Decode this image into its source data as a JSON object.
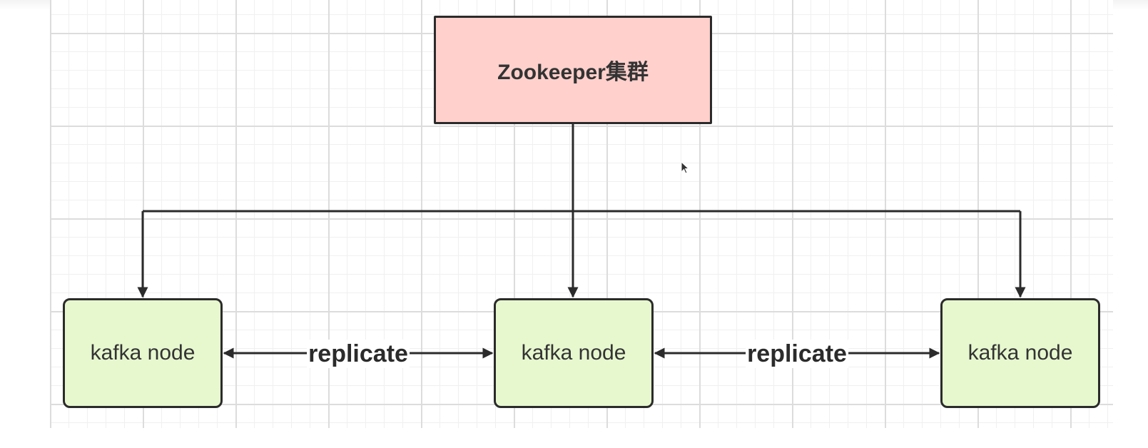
{
  "nodes": {
    "zookeeper": {
      "label": "Zookeeper集群",
      "fill": "#ffd0cc"
    },
    "kafka_nodes": [
      {
        "label": "kafka node",
        "fill": "#e7f8cf"
      },
      {
        "label": "kafka node",
        "fill": "#e7f8cf"
      },
      {
        "label": "kafka node",
        "fill": "#e7f8cf"
      }
    ]
  },
  "edges": [
    {
      "from": "zookeeper",
      "to": "kafka_node_1",
      "type": "arrow"
    },
    {
      "from": "zookeeper",
      "to": "kafka_node_2",
      "type": "arrow"
    },
    {
      "from": "zookeeper",
      "to": "kafka_node_3",
      "type": "arrow"
    },
    {
      "from": "kafka_node_1",
      "to": "kafka_node_2",
      "type": "bidirectional",
      "label": "replicate"
    },
    {
      "from": "kafka_node_2",
      "to": "kafka_node_3",
      "type": "bidirectional",
      "label": "replicate"
    }
  ],
  "colors": {
    "line": "#2b2b2b",
    "grid": "#dcdcdc",
    "text": "#333333"
  }
}
